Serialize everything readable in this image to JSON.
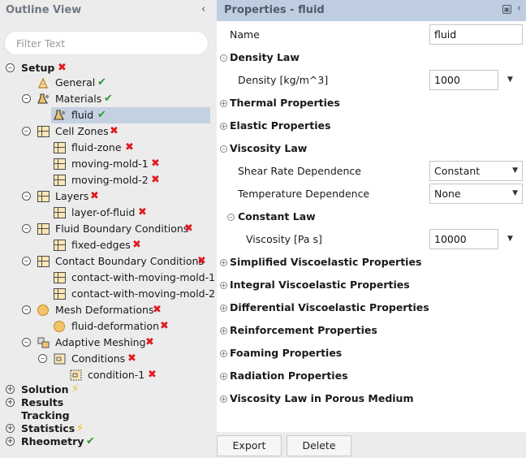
{
  "outline": {
    "title": "Outline View",
    "collapse_icon": "chevron-left-icon",
    "filter_placeholder": "Filter Text",
    "tree": {
      "setup": "Setup",
      "general": "General",
      "materials": "Materials",
      "fluid": "fluid",
      "cell_zones": "Cell Zones",
      "fluid_zone": "fluid-zone",
      "moving_mold_1": "moving-mold-1",
      "moving_mold_2": "moving-mold-2",
      "layers": "Layers",
      "layer_of_fluid": "layer-of-fluid",
      "fluid_bc": "Fluid Boundary Conditions",
      "fixed_edges": "fixed-edges",
      "contact_bc": "Contact Boundary Conditions",
      "contact_mm1": "contact-with-moving-mold-1",
      "contact_mm2": "contact-with-moving-mold-2",
      "mesh_deformations": "Mesh Deformations",
      "fluid_deformation": "fluid-deformation",
      "adaptive_meshing": "Adaptive Meshing",
      "conditions": "Conditions",
      "condition_1": "condition-1",
      "solution": "Solution",
      "results": "Results",
      "tracking": "Tracking",
      "statistics": "Statistics",
      "rheometry": "Rheometry"
    },
    "status_colors": {
      "error": "#e0191e",
      "ok": "#2e9a2e",
      "warning": "#f0c000"
    }
  },
  "properties": {
    "title": "Properties - fluid",
    "name_label": "Name",
    "name_value": "fluid",
    "density_law": "Density Law",
    "density_label": "Density [kg/m^3]",
    "density_value": "1000",
    "thermal": "Thermal Properties",
    "elastic": "Elastic Properties",
    "viscosity_law": "Viscosity Law",
    "shear_rate_label": "Shear Rate Dependence",
    "shear_rate_value": "Constant",
    "temp_dep_label": "Temperature Dependence",
    "temp_dep_value": "None",
    "constant_law": "Constant Law",
    "viscosity_label": "Viscosity [Pa s]",
    "viscosity_value": "10000",
    "simplified_visco": "Simplified Viscoelastic Properties",
    "integral_visco": "Integral Viscoelastic Properties",
    "differential_visco": "Differential Viscoelastic Properties",
    "reinforcement": "Reinforcement Properties",
    "foaming": "Foaming Properties",
    "radiation": "Radiation Properties",
    "viscosity_porous": "Viscosity Law in Porous Medium",
    "export_button": "Export",
    "delete_button": "Delete",
    "header_bg": "#bfcde0"
  }
}
